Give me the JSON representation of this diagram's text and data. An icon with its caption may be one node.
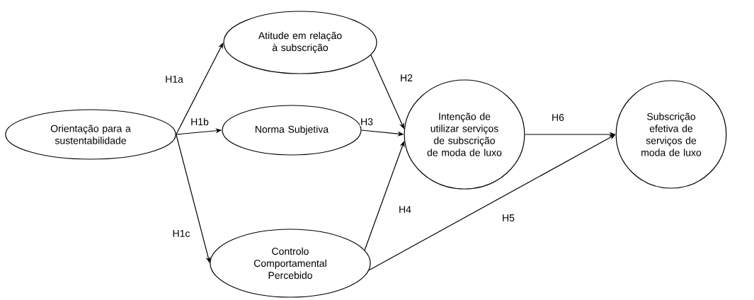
{
  "diagram": {
    "nodes": [
      {
        "text": [
          "Orientação para a sustentabilidade"
        ]
      },
      {
        "text": [
          "Atitude em relação à subscrição"
        ]
      },
      {
        "text": [
          "Norma Subjetiva"
        ]
      },
      {
        "text": [
          "Intenção de utilizar serviços de subscrição de moda de luxo"
        ]
      },
      {
        "text": [
          "Subscrição efetiva de serviços de moda de luxo"
        ]
      },
      {
        "text": [
          "Controlo Comportamental Percebido"
        ]
      }
    ],
    "edges": [
      {
        "from": 0,
        "to": 1,
        "arrow": "to",
        "label": "H1a"
      },
      {
        "from": 0,
        "to": 2,
        "arrow": "to",
        "label": "H1b"
      },
      {
        "from": 0,
        "to": 5,
        "arrow": "to",
        "label": "H1c"
      },
      {
        "from": 1,
        "to": 3,
        "arrow": "to",
        "label": "H2"
      },
      {
        "from": 2,
        "to": 3,
        "arrow": "to",
        "label": "H3"
      },
      {
        "from": 5,
        "to": 3,
        "arrow": "to",
        "label": "H4"
      },
      {
        "from": 5,
        "to": 4,
        "arrow": "to",
        "label": "H5"
      },
      {
        "from": 3,
        "to": 4,
        "arrow": "to",
        "label": "H6"
      }
    ]
  }
}
